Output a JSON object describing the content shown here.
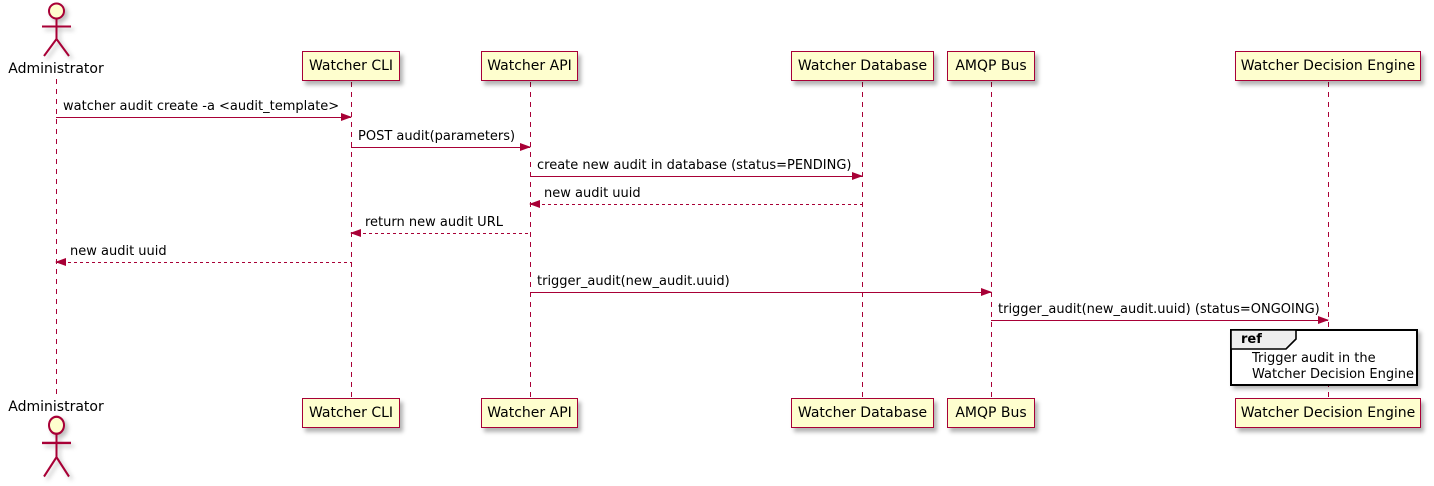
{
  "diagram": {
    "type": "sequence",
    "participants": [
      {
        "name": "Administrator",
        "kind": "actor"
      },
      {
        "name": "Watcher CLI",
        "kind": "participant"
      },
      {
        "name": "Watcher API",
        "kind": "participant"
      },
      {
        "name": "Watcher Database",
        "kind": "participant"
      },
      {
        "name": "AMQP Bus",
        "kind": "participant"
      },
      {
        "name": "Watcher Decision Engine",
        "kind": "participant"
      }
    ],
    "messages": [
      {
        "from": "Administrator",
        "to": "Watcher CLI",
        "text": "watcher audit create -a <audit_template>",
        "style": "solid"
      },
      {
        "from": "Watcher CLI",
        "to": "Watcher API",
        "text": "POST audit(parameters)",
        "style": "solid"
      },
      {
        "from": "Watcher API",
        "to": "Watcher Database",
        "text": "create new audit in database (status=PENDING)",
        "style": "solid"
      },
      {
        "from": "Watcher Database",
        "to": "Watcher API",
        "text": "new audit uuid",
        "style": "dashed"
      },
      {
        "from": "Watcher API",
        "to": "Watcher CLI",
        "text": "return new audit URL",
        "style": "dashed"
      },
      {
        "from": "Watcher CLI",
        "to": "Administrator",
        "text": "new audit uuid",
        "style": "dashed"
      },
      {
        "from": "Watcher API",
        "to": "AMQP Bus",
        "text": "trigger_audit(new_audit.uuid)",
        "style": "solid"
      },
      {
        "from": "AMQP Bus",
        "to": "Watcher Decision Engine",
        "text": "trigger_audit(new_audit.uuid) (status=ONGOING)",
        "style": "solid"
      }
    ],
    "ref": {
      "label": "ref",
      "lines": [
        "Trigger audit in the",
        "Watcher Decision Engine"
      ]
    },
    "colors": {
      "box_fill": "#FEFECE",
      "box_border": "#A80036",
      "line": "#A80036",
      "text": "#000000",
      "ref_header_fill": "#EEEEEE",
      "ref_border": "#000000"
    }
  }
}
